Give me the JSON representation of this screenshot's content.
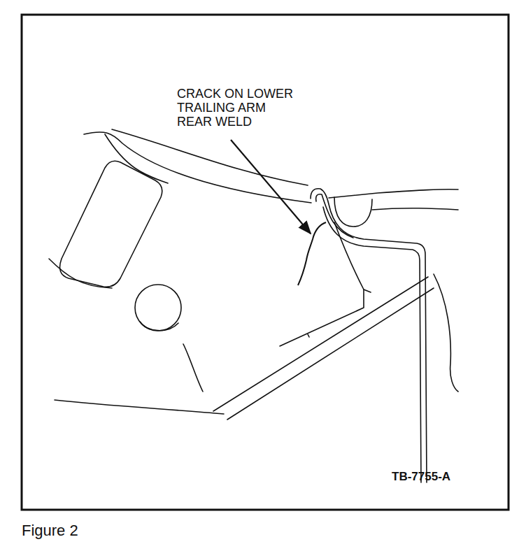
{
  "diagram": {
    "caption": "Figure 2",
    "labels": [
      "CRACK ON LOWER TRAILING ARM REAR WELD",
      "TB-7755-A"
    ]
  }
}
